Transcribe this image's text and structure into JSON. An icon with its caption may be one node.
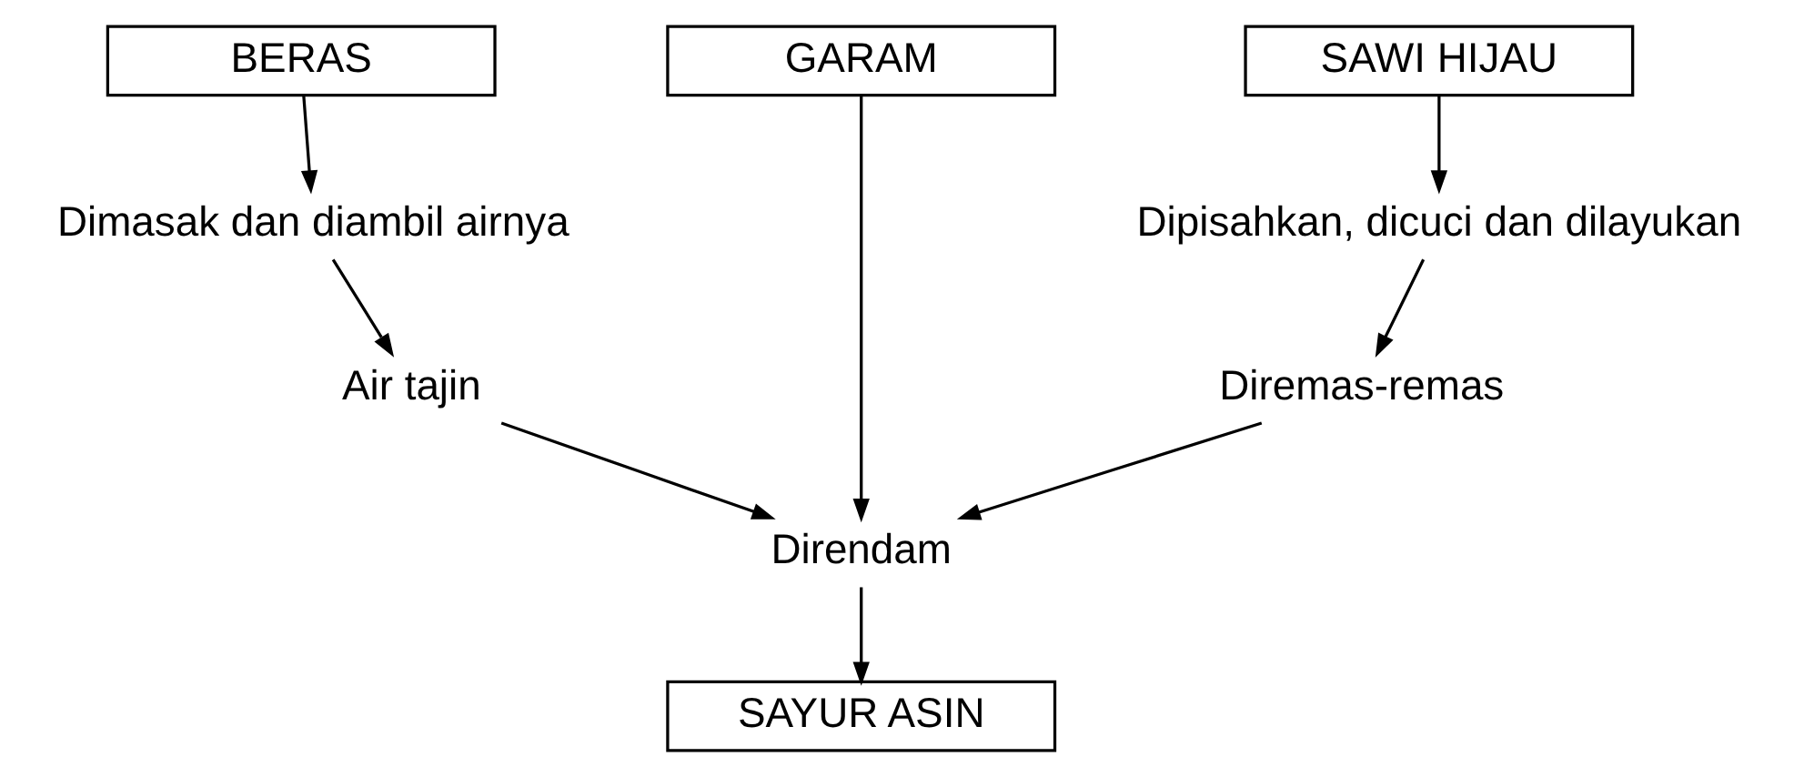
{
  "diagram": {
    "nodes": [
      {
        "text": [
          "BERAS"
        ]
      },
      {
        "text": [
          "Dimasak dan diambil airnya"
        ]
      },
      {
        "text": [
          "Air tajin"
        ]
      },
      {
        "text": [
          "GARAM"
        ]
      },
      {
        "text": [
          "SAWI HIJAU"
        ]
      },
      {
        "text": [
          "Dipisahkan, dicuci dan dilayukan"
        ]
      },
      {
        "text": [
          "Diremas-remas"
        ]
      },
      {
        "text": [
          "Direndam"
        ]
      },
      {
        "text": [
          "SAYUR ASIN"
        ]
      }
    ],
    "edges": [
      {
        "from": 0,
        "to": 1,
        "arrow": "to"
      },
      {
        "from": 1,
        "to": 2,
        "arrow": "to"
      },
      {
        "from": 4,
        "to": 5,
        "arrow": "to"
      },
      {
        "from": 5,
        "to": 6,
        "arrow": "to"
      },
      {
        "from": 2,
        "to": 7,
        "arrow": "to"
      },
      {
        "from": 3,
        "to": 7,
        "arrow": "to"
      },
      {
        "from": 6,
        "to": 7,
        "arrow": "to"
      },
      {
        "from": 7,
        "to": 8,
        "arrow": "to"
      }
    ]
  }
}
